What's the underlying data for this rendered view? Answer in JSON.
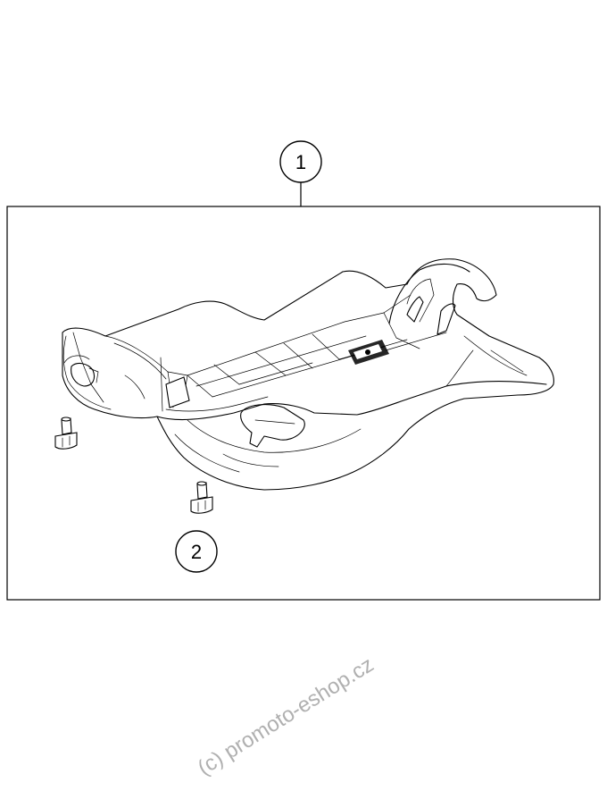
{
  "callouts": [
    {
      "number": "1"
    },
    {
      "number": "2"
    }
  ],
  "watermark": {
    "text": "(c) promoto-eshop.cz"
  },
  "colors": {
    "line": "#000000",
    "background": "#ffffff",
    "watermark": "#b0b0b0"
  }
}
